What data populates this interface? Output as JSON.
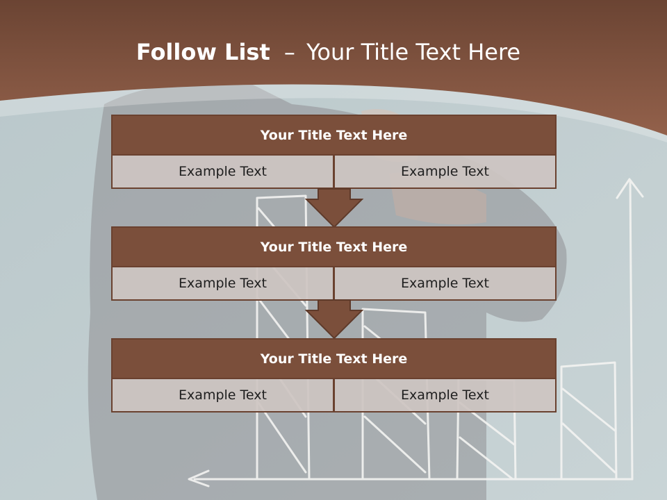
{
  "header": {
    "title_bold": "Follow List",
    "title_dash": "–",
    "title_rest": "Your Title Text Here"
  },
  "blocks": [
    {
      "title": "Your Title Text Here",
      "left": "Example Text",
      "right": "Example Text"
    },
    {
      "title": "Your Title Text Here",
      "left": "Example Text",
      "right": "Example Text"
    },
    {
      "title": "Your Title Text Here",
      "left": "Example Text",
      "right": "Example Text"
    }
  ],
  "colors": {
    "header_brown": "#8a5a44",
    "block_brown": "#7b4f3b",
    "cell_fill": "#cdc4c1",
    "background": "#bfcccf"
  },
  "icons": [
    "down-arrow-icon",
    "bar-chart-sketch",
    "left-arrow-sketch",
    "up-arrow-sketch"
  ]
}
